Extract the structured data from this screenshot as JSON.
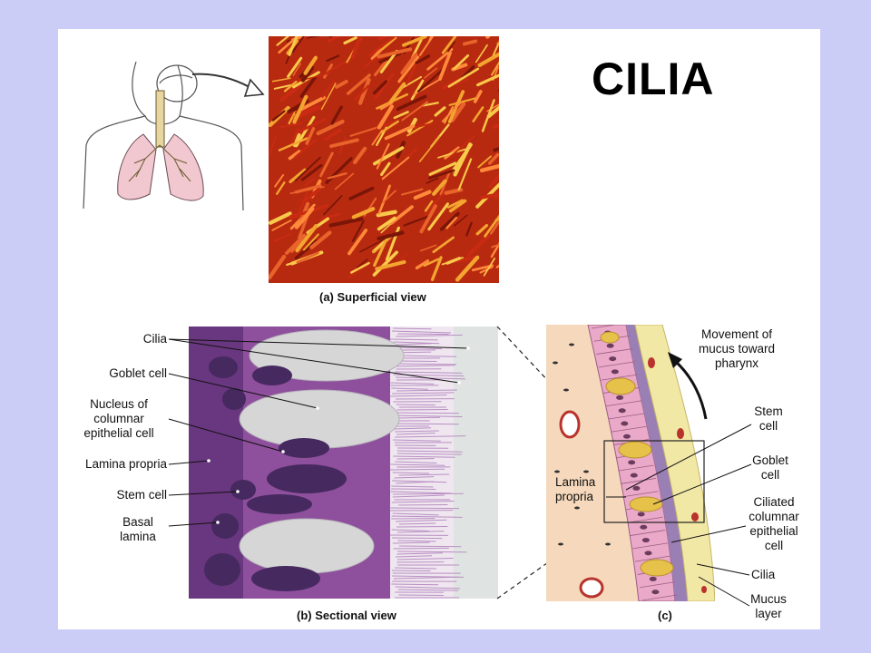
{
  "title": "CILIA",
  "captions": {
    "a_letter": "(a)",
    "a_text": "Superficial view",
    "b_letter": "(b)",
    "b_text": "Sectional view",
    "c_letter": "(c)"
  },
  "labels_b": {
    "cilia": "Cilia",
    "goblet": "Goblet cell",
    "nucleus_1": "Nucleus of",
    "nucleus_2": "columnar",
    "nucleus_3": "epithelial cell",
    "lamina": "Lamina propria",
    "stem": "Stem cell",
    "basal_1": "Basal",
    "basal_2": "lamina"
  },
  "labels_c": {
    "movement_1": "Movement of",
    "movement_2": "mucus toward",
    "movement_3": "pharynx",
    "stem_1": "Stem",
    "stem_2": "cell",
    "goblet_1": "Goblet",
    "goblet_2": "cell",
    "ciliated_1": "Ciliated",
    "ciliated_2": "columnar",
    "ciliated_3": "epithelial",
    "ciliated_4": "cell",
    "cilia": "Cilia",
    "mucus_1": "Mucus",
    "mucus_2": "layer",
    "lamina_1": "Lamina",
    "lamina_2": "propria"
  },
  "colors": {
    "background": "#cccdf7",
    "slide": "#ffffff",
    "sem": "#d83a1a",
    "histology": "#9a5aa8",
    "illustration_cells": "#e9a6c6",
    "mucus": "#f3e7a2"
  }
}
